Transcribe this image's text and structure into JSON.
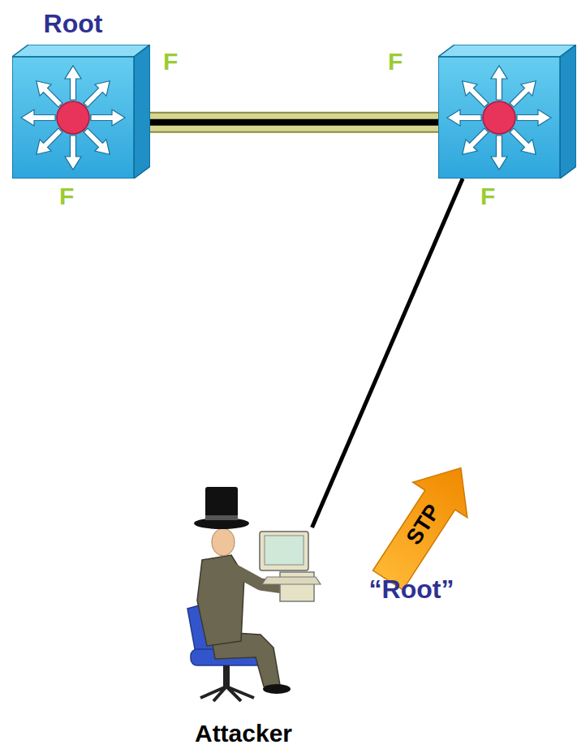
{
  "diagram": {
    "nodes": [
      {
        "text": [
          "Root",
          "F",
          "F"
        ]
      },
      {
        "text": [
          "F",
          "F"
        ]
      },
      {
        "text": [
          "Attacker"
        ]
      }
    ],
    "edges": [
      {
        "from": 0,
        "to": 1,
        "arrow": "none"
      },
      {
        "from": 1,
        "to": 2,
        "arrow": "none"
      }
    ],
    "labels": [
      "STP",
      "“Root”"
    ]
  }
}
